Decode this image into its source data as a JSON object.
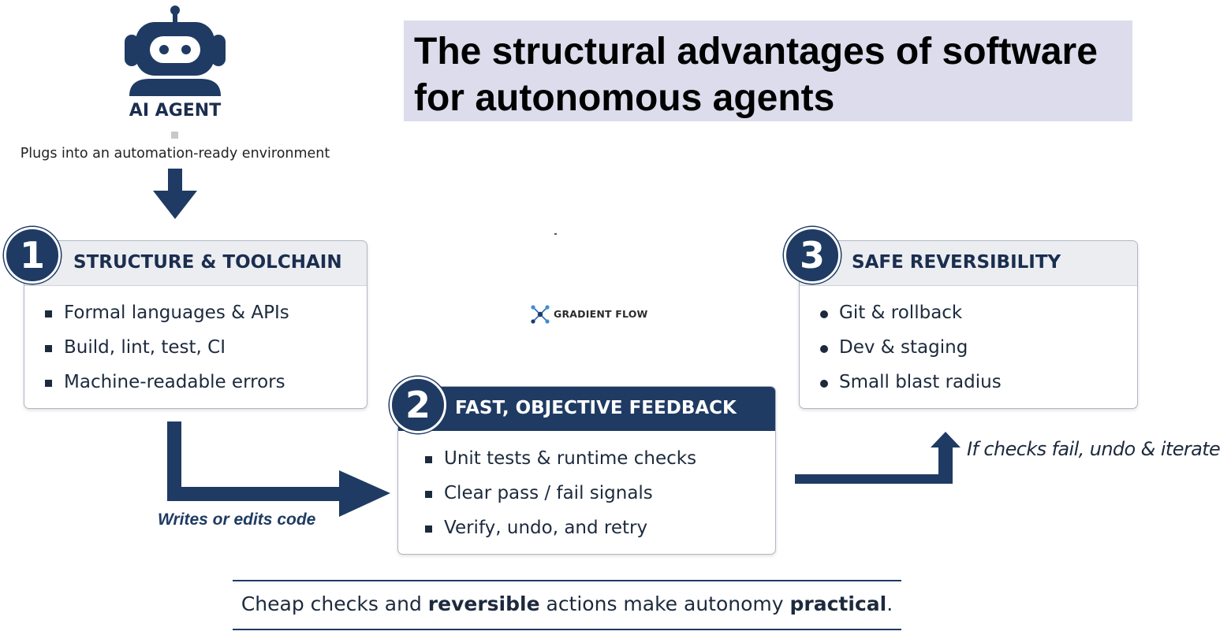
{
  "title": "The structural advantages of software for autonomous agents",
  "agent": {
    "label": "AI AGENT",
    "icon": "robot-icon",
    "caption": "Plugs into an automation-ready environment"
  },
  "cards": [
    {
      "number": "1",
      "title": "STRUCTURE & TOOLCHAIN",
      "items": [
        "Formal languages & APIs",
        "Build, lint, test, CI",
        "Machine-readable errors"
      ]
    },
    {
      "number": "2",
      "title": "FAST, OBJECTIVE FEEDBACK",
      "items": [
        "Unit tests & runtime checks",
        "Clear pass / fail signals",
        "Verify, undo, and retry"
      ]
    },
    {
      "number": "3",
      "title": "SAFE REVERSIBILITY",
      "items": [
        "Git & rollback",
        "Dev & staging",
        "Small blast radius"
      ]
    }
  ],
  "arrows": {
    "writes": "Writes or edits code",
    "iterate": "If checks fail, undo & iterate"
  },
  "logo": {
    "text": "GRADIENT FLOW",
    "icon": "network-nodes-icon"
  },
  "tagline": {
    "part1": "Cheap checks and ",
    "bold1": "reversible",
    "part2": " actions make autonomy ",
    "bold2": "practical",
    "part3": "."
  },
  "colors": {
    "navy": "#1f3b63",
    "title_bg": "#dcdcec",
    "header_bg": "#ebedf1"
  }
}
